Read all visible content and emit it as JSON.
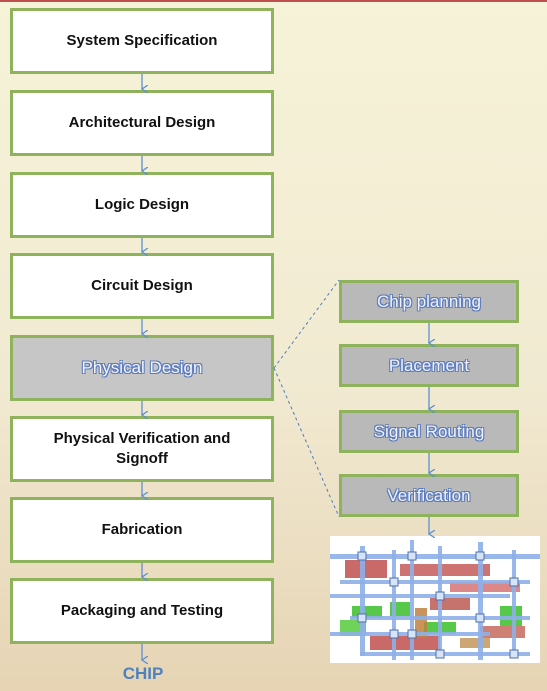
{
  "flow_steps": [
    "System Specification",
    "Architectural Design",
    "Logic Design",
    "Circuit Design",
    "Physical Design",
    "Physical Verification and Signoff",
    "Fabrication",
    "Packaging and Testing"
  ],
  "physical_design_steps": [
    "Chip planning",
    "Placement",
    "Signal Routing",
    "Verification"
  ],
  "final_output": "CHIP",
  "colors": {
    "box_border": "#8fb35c",
    "highlight_fill": "#c6c6c6",
    "arrow": "#5b8fd6",
    "accent_text": "#4f81bd"
  }
}
